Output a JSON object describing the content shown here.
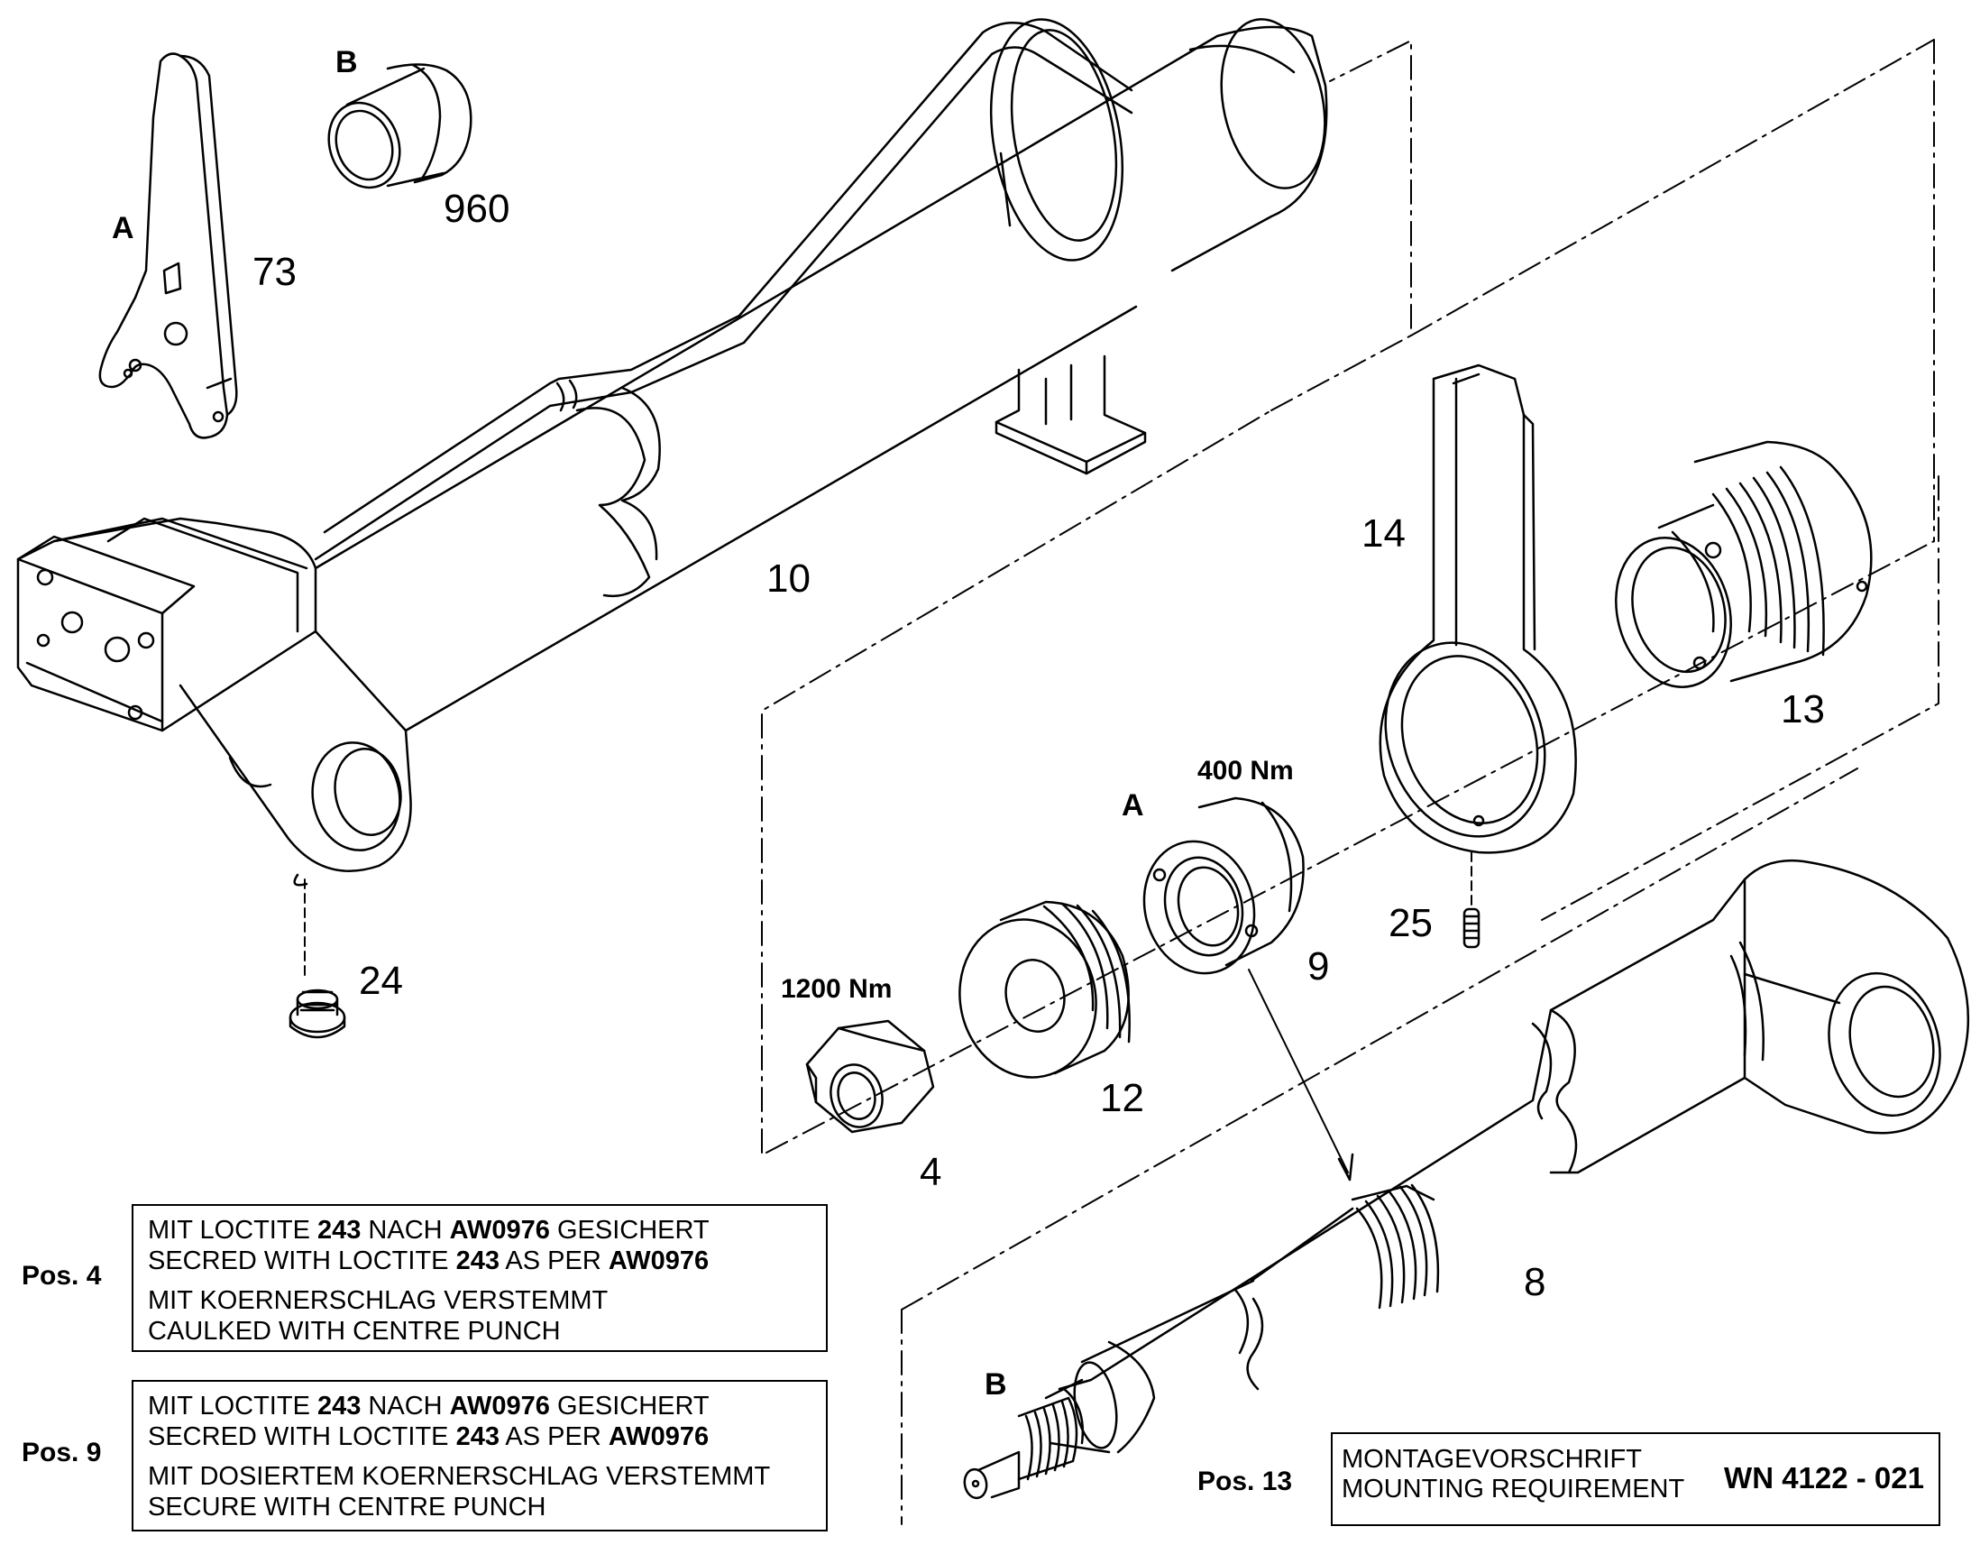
{
  "parts": {
    "p73": "73",
    "p960": "960",
    "p10": "10",
    "p14": "14",
    "p13": "13",
    "p24": "24",
    "p25": "25",
    "p9": "9",
    "p12": "12",
    "p4": "4",
    "p8": "8"
  },
  "detail_letters": {
    "a_tool": "A",
    "b_bushing": "B",
    "a_nut": "A",
    "b_thread": "B"
  },
  "torques": {
    "nut_9": "400  Nm",
    "nut_4": "1200  Nm"
  },
  "notes": [
    {
      "pos_label": "Pos. 4",
      "line1": {
        "pre": "MIT LOCTITE ",
        "b1": "243",
        "mid": " NACH ",
        "b2": "AW0976",
        "post": " GESICHERT"
      },
      "line2": {
        "pre": "SECRED WITH LOCTITE ",
        "b1": "243",
        "mid": " AS PER ",
        "b2": "AW0976",
        "post": ""
      },
      "line3": "MIT KOERNERSCHLAG VERSTEMMT",
      "line4": "CAULKED WITH CENTRE PUNCH"
    },
    {
      "pos_label": "Pos. 9",
      "line1": {
        "pre": "MIT LOCTITE ",
        "b1": "243",
        "mid": " NACH ",
        "b2": "AW0976",
        "post": " GESICHERT"
      },
      "line2": {
        "pre": "SECRED WITH LOCTITE ",
        "b1": "243",
        "mid": " AS PER ",
        "b2": "AW0976",
        "post": ""
      },
      "line3": "MIT DOSIERTEM KOERNERSCHLAG VERSTEMMT",
      "line4": "SECURE WITH CENTRE PUNCH"
    }
  ],
  "mounting": {
    "pos_label": "Pos. 13",
    "line1": "MONTAGEVORSCHRIFT",
    "line2": "MOUNTING REQUIREMENT",
    "doc_number": "WN 4122 - 021"
  }
}
